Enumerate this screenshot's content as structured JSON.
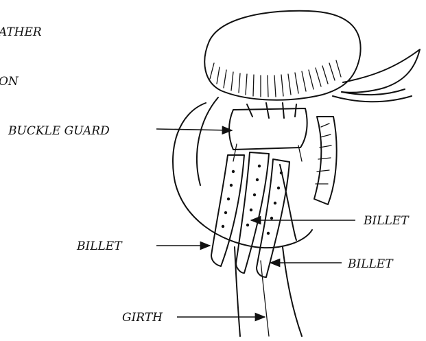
{
  "labels": {
    "leather_partial": "ATHER",
    "on_partial": "ON",
    "buckle_guard": "BUCKLE GUARD",
    "billet_right_top": "BILLET",
    "billet_left": "BILLET",
    "billet_right_bottom": "BILLET",
    "girth": "GIRTH"
  }
}
